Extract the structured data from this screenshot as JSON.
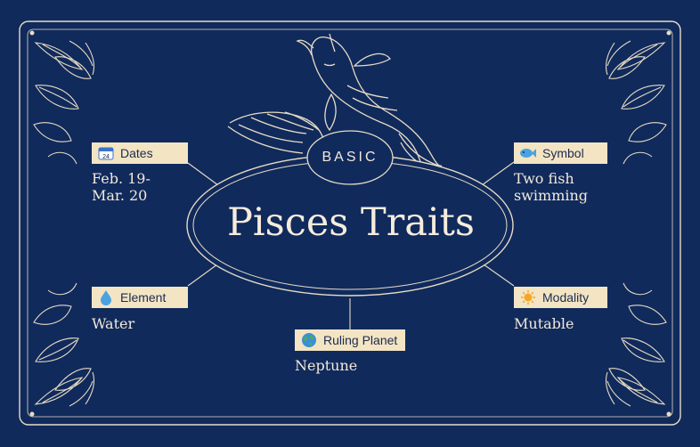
{
  "colors": {
    "background": "#102a5c",
    "line": "#e8dcc4",
    "label_fill": "#f3e4c4",
    "text": "#f3e9d8"
  },
  "center": {
    "title": "Pisces Traits",
    "badge": "BASIC"
  },
  "traits": {
    "dates": {
      "label": "Dates",
      "icon": "calendar-icon",
      "value_lines": [
        "Feb. 19-",
        "Mar. 20"
      ]
    },
    "symbol": {
      "label": "Symbol",
      "icon": "fish-icon",
      "value_lines": [
        "Two fish",
        "swimming"
      ]
    },
    "element": {
      "label": "Element",
      "icon": "droplet-icon",
      "value_lines": [
        "Water"
      ]
    },
    "modality": {
      "label": "Modality",
      "icon": "sun-icon",
      "value_lines": [
        "Mutable"
      ]
    },
    "ruling_planet": {
      "label": "Ruling Planet",
      "icon": "globe-icon",
      "value_lines": [
        "Neptune"
      ]
    }
  },
  "decor": {
    "illustration": "koi-fish-icon",
    "corner_ornament": "leaf-ornament-icon"
  }
}
